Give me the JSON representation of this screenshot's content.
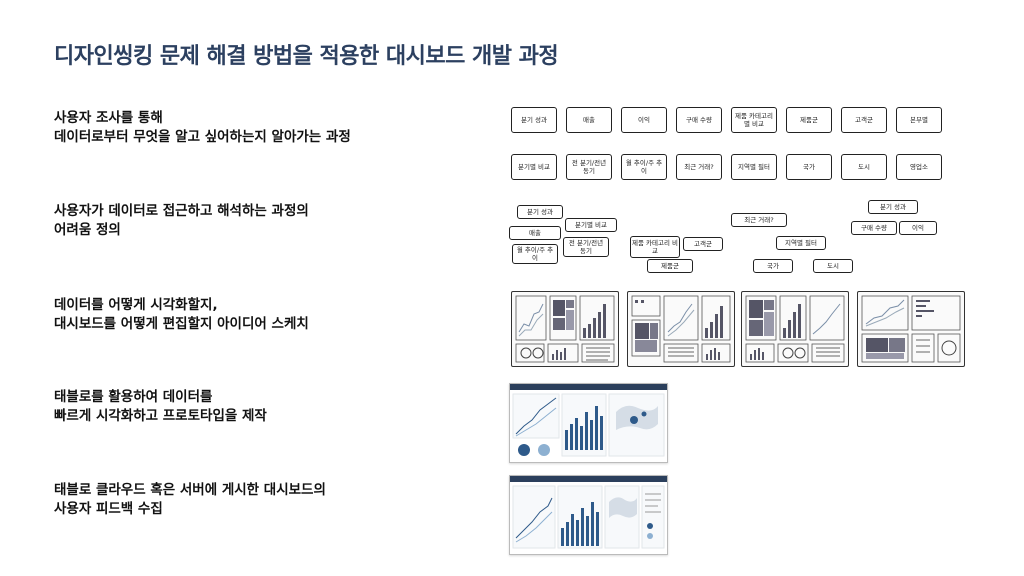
{
  "title": "디자인씽킹 문제 해결 방법을 적용한 대시보드 개발 과정",
  "steps": [
    {
      "line1": "사용자 조사를 통해",
      "line2": "데이터로부터 무엇을 알고 싶어하는지 알아가는 과정"
    },
    {
      "line1": "사용자가 데이터로 접근하고 해석하는 과정의",
      "line2": "어려움 정의"
    },
    {
      "line1": "데이터를 어떻게 시각화할지,",
      "line2": "대시보드를 어떻게 편집할지 아이디어 스케치"
    },
    {
      "line1": "태블로를 활용하여 데이터를",
      "line2": "빠르게 시각화하고 프로토타입을 제작"
    },
    {
      "line1": "태블로 클라우드 혹은 서버에 게시한 대시보드의",
      "line2": "사용자 피드백 수집"
    }
  ],
  "grid_notes": [
    "분기 성과",
    "매출",
    "이익",
    "구매 수량",
    "제품 카테고리별 비교",
    "제품군",
    "고객군",
    "본부별",
    "분기별 비교",
    "전 분기/전년 동기",
    "월 추이/주 추이",
    "최근 거래?",
    "지역별 필터",
    "국가",
    "도시",
    "영업소"
  ],
  "clustered_notes": [
    "분기 성과",
    "분기별 비교",
    "매출",
    "월 추이/주 추이",
    "전 분기/전년 동기",
    "제품 카테고리 비교",
    "고객군",
    "제품군",
    "최근 거래?",
    "지역별 필터",
    "국가",
    "도시",
    "분기 성과",
    "구매 수량",
    "이익"
  ]
}
